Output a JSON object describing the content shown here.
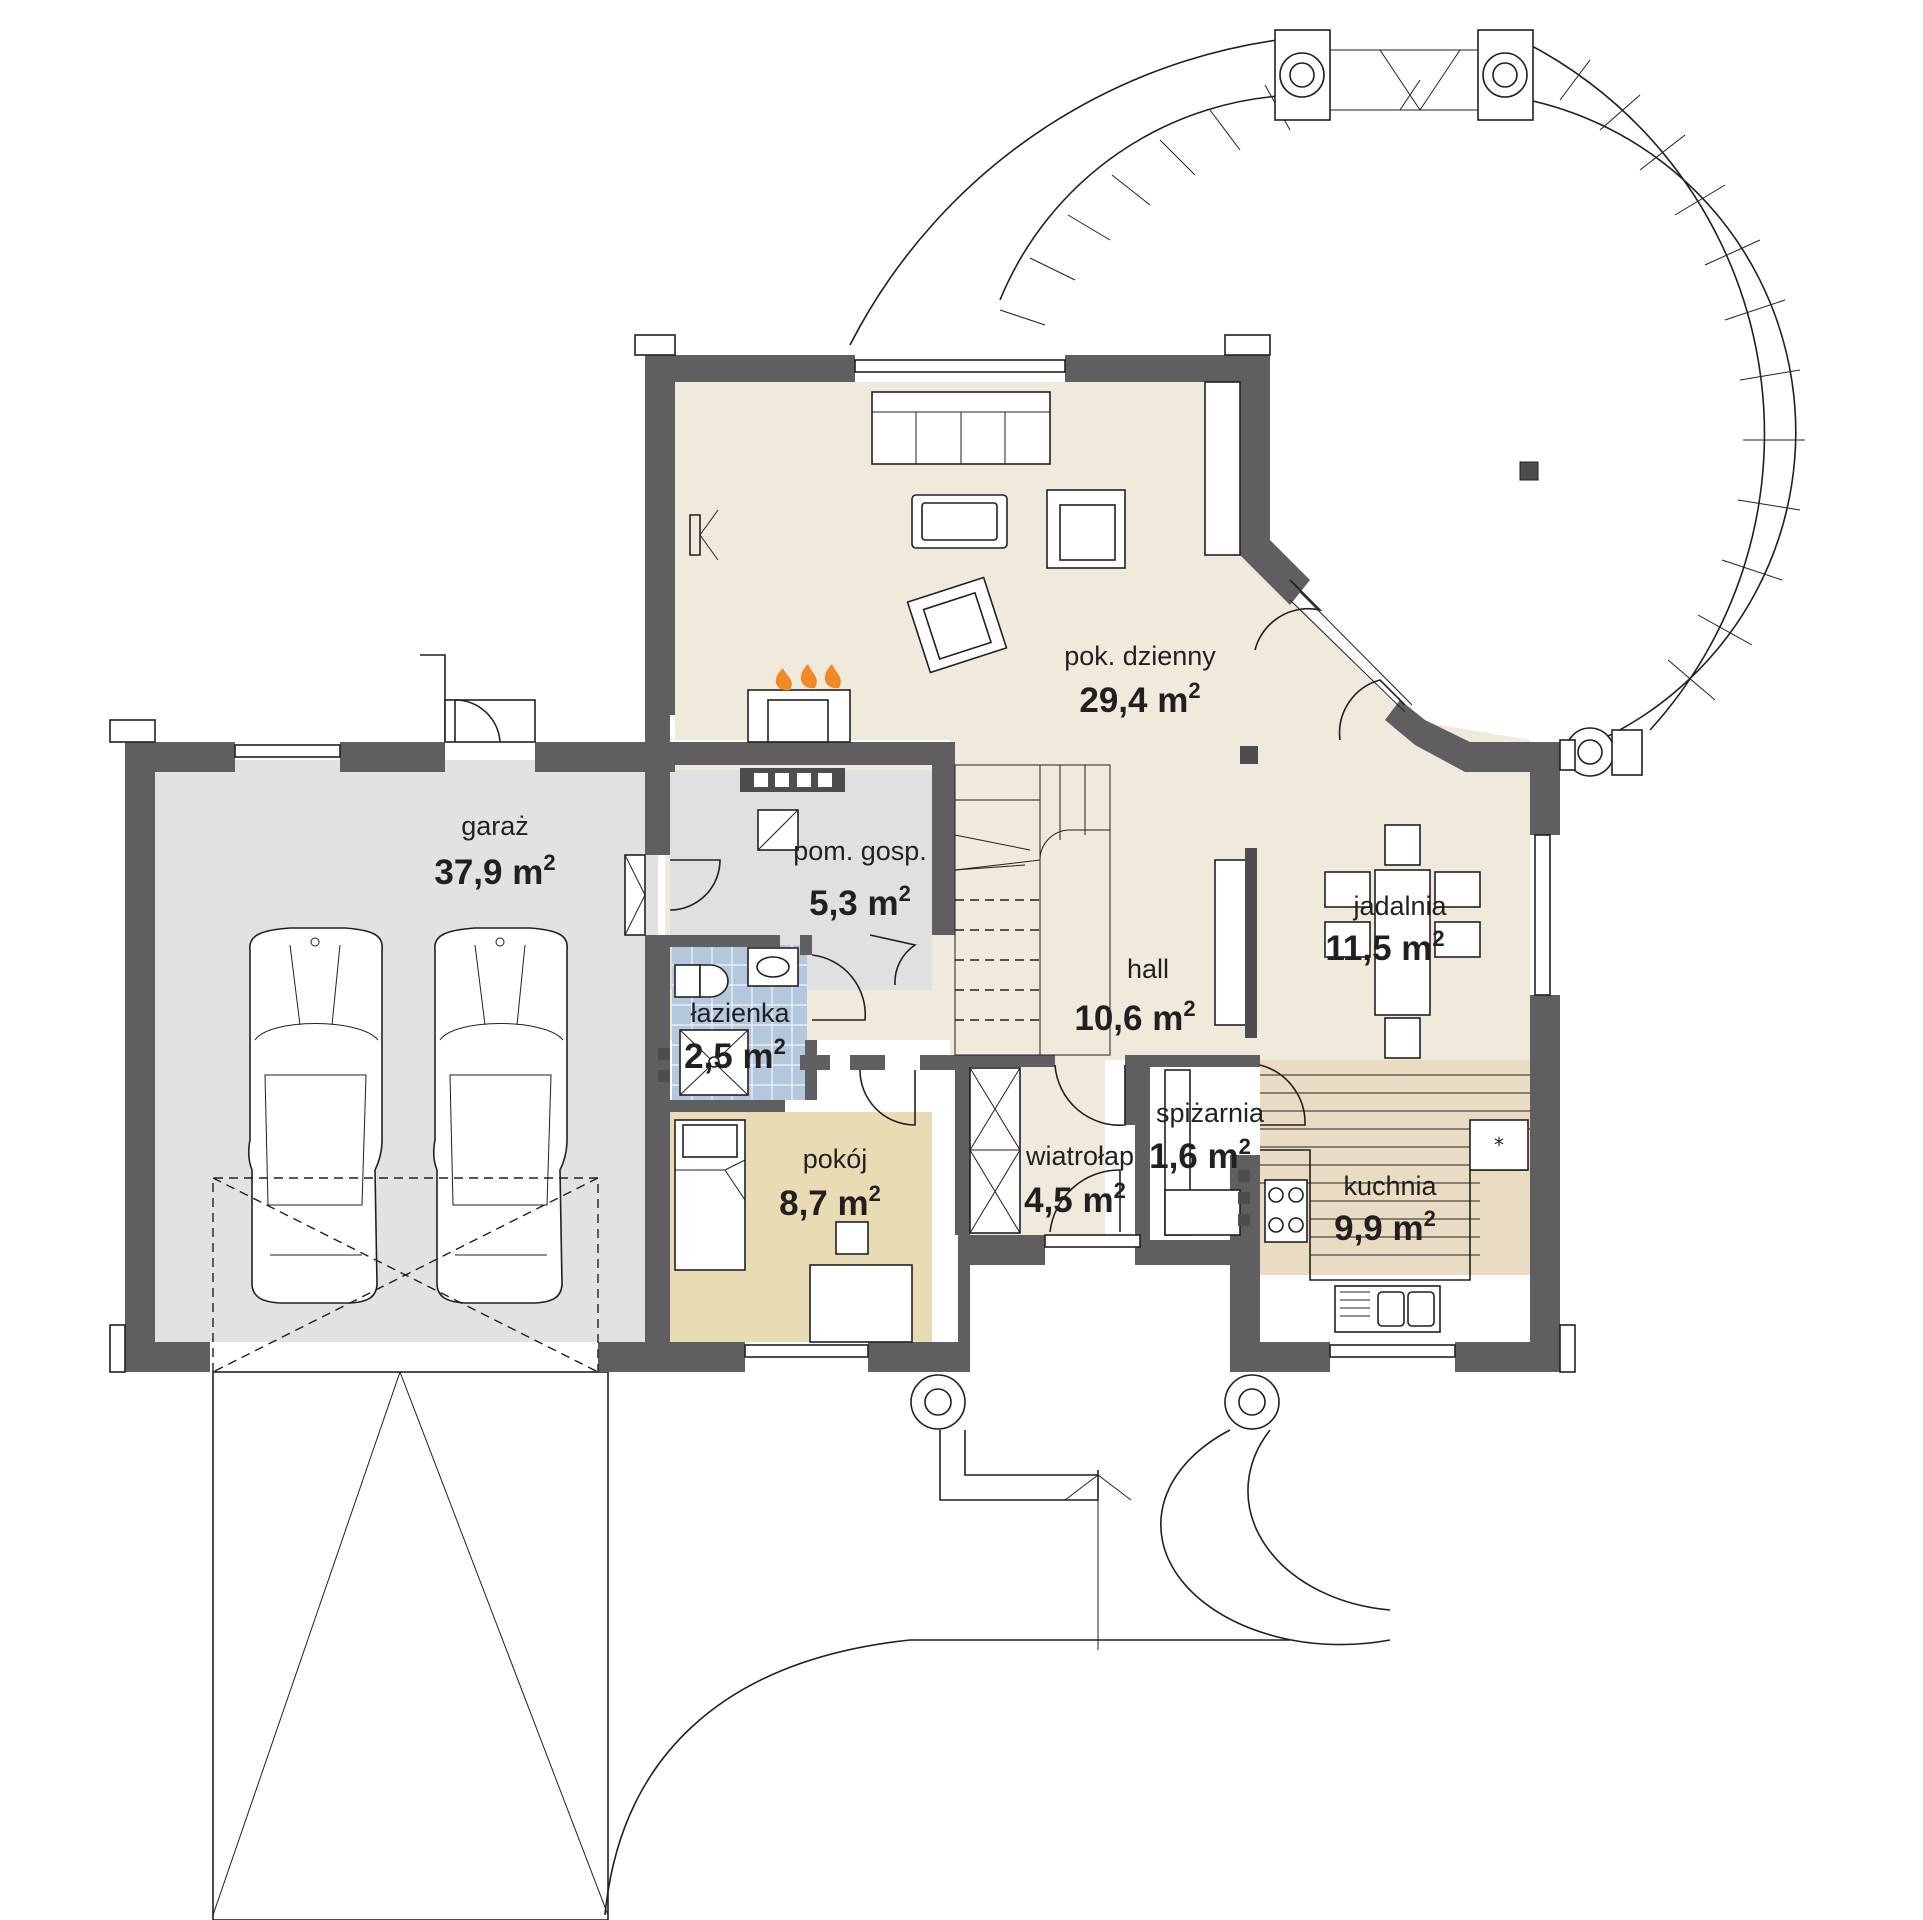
{
  "colors": {
    "wall": "#5f5f61",
    "living_floor": "#efeadc",
    "garage_floor": "#e2e2e4",
    "utility_floor": "#e0e0e2",
    "bedroom_floor": "#e9dcb5",
    "bathroom_tile": "#b3c8dc",
    "kitchen_floor": "#e9dcc3",
    "fire": "#f08a24",
    "line": "#231f20"
  },
  "area_unit": "m",
  "area_exponent": "2",
  "rooms": [
    {
      "id": "living",
      "name": "pok. dzienny",
      "area": "29,4"
    },
    {
      "id": "garage",
      "name": "garaż",
      "area": "37,9"
    },
    {
      "id": "utility",
      "name": "pom. gosp.",
      "area": "5,3"
    },
    {
      "id": "dining",
      "name": "jadalnia",
      "area": "11,5"
    },
    {
      "id": "hall",
      "name": "hall",
      "area": "10,6"
    },
    {
      "id": "bathroom",
      "name": "łazienka",
      "area": "2,5"
    },
    {
      "id": "bedroom",
      "name": "pokój",
      "area": "8,7"
    },
    {
      "id": "vestibule",
      "name": "wiatrołap",
      "area": "4,5"
    },
    {
      "id": "pantry",
      "name": "spiżarnia",
      "area": "1,6"
    },
    {
      "id": "kitchen",
      "name": "kuchnia",
      "area": "9,9"
    }
  ],
  "icons": {
    "stove": "kitchen-stove-icon",
    "sink": "kitchen-sink-icon",
    "fireplace": "fireplace-icon",
    "cars": "car-icon"
  }
}
